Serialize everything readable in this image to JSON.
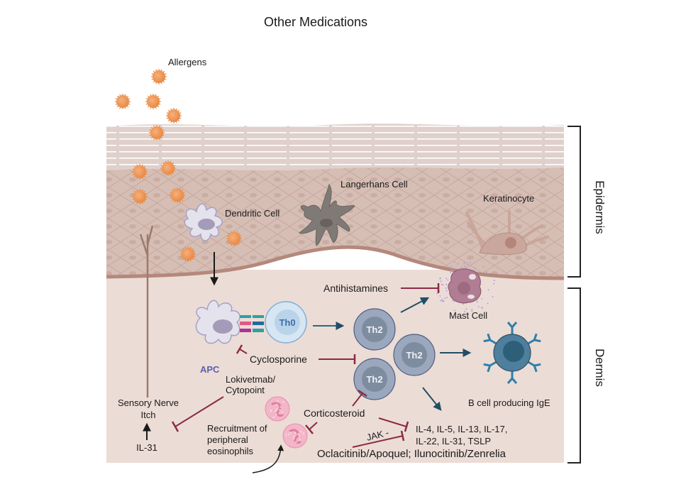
{
  "title": "Other Medications",
  "labels": {
    "allergens": "Allergens",
    "langerhans_cell": "Langerhans Cell",
    "keratinocyte": "Keratinocyte",
    "dendritic_cell": "Dendritic Cell",
    "antihistamines": "Antihistamines",
    "mast_cell": "Mast Cell",
    "cyclosporine": "Cyclosporine",
    "apc": "APC",
    "th0": "Th0",
    "th2": "Th2",
    "b_cell": "B cell producing IgE",
    "lokivetmab_line1": "Lokivetmab/",
    "lokivetmab_line2": "Cytopoint",
    "sensory_nerve": "Sensory Nerve",
    "itch": "Itch",
    "il31": "IL-31",
    "recruitment_line1": "Recruitment of",
    "recruitment_line2": "peripheral",
    "recruitment_line3": "eosinophils",
    "corticosteroid": "Corticosteroid",
    "jak": "JAK -",
    "cytokines_line1": "IL-4, IL-5, IL-13, IL-17,",
    "cytokines_line2": "IL-22, IL-31, TSLP",
    "jak_drugs": "Oclacitinib/Apoquel; Ilunocitinib/Zenrelia"
  },
  "layers": {
    "epidermis": "Epidermis",
    "dermis": "Dermis"
  },
  "colors": {
    "inhibit": "#8b2a45",
    "activate_arrow": "#1f4e66",
    "allergen": "#f0a060",
    "th2_outer": "#9aa7bd",
    "th2_inner": "#7e8ca0",
    "th0": "#d6e6f2",
    "b_cell": "#4e7f9c",
    "b_cell_nucleus": "#2e5f78",
    "mast_cell": "#b07d94",
    "eosinophil": "#f3b6c9",
    "langerhans": "#7f7a76",
    "keratinocyte_cell": "#c9a59a",
    "dermis_bg": "#ecdcd6",
    "epidermis_bg": "#d9c3bb",
    "stratum_corneum": "#e2d3cf",
    "apc_label": "#5b5fb0",
    "th0_label": "#3a6fa8"
  }
}
